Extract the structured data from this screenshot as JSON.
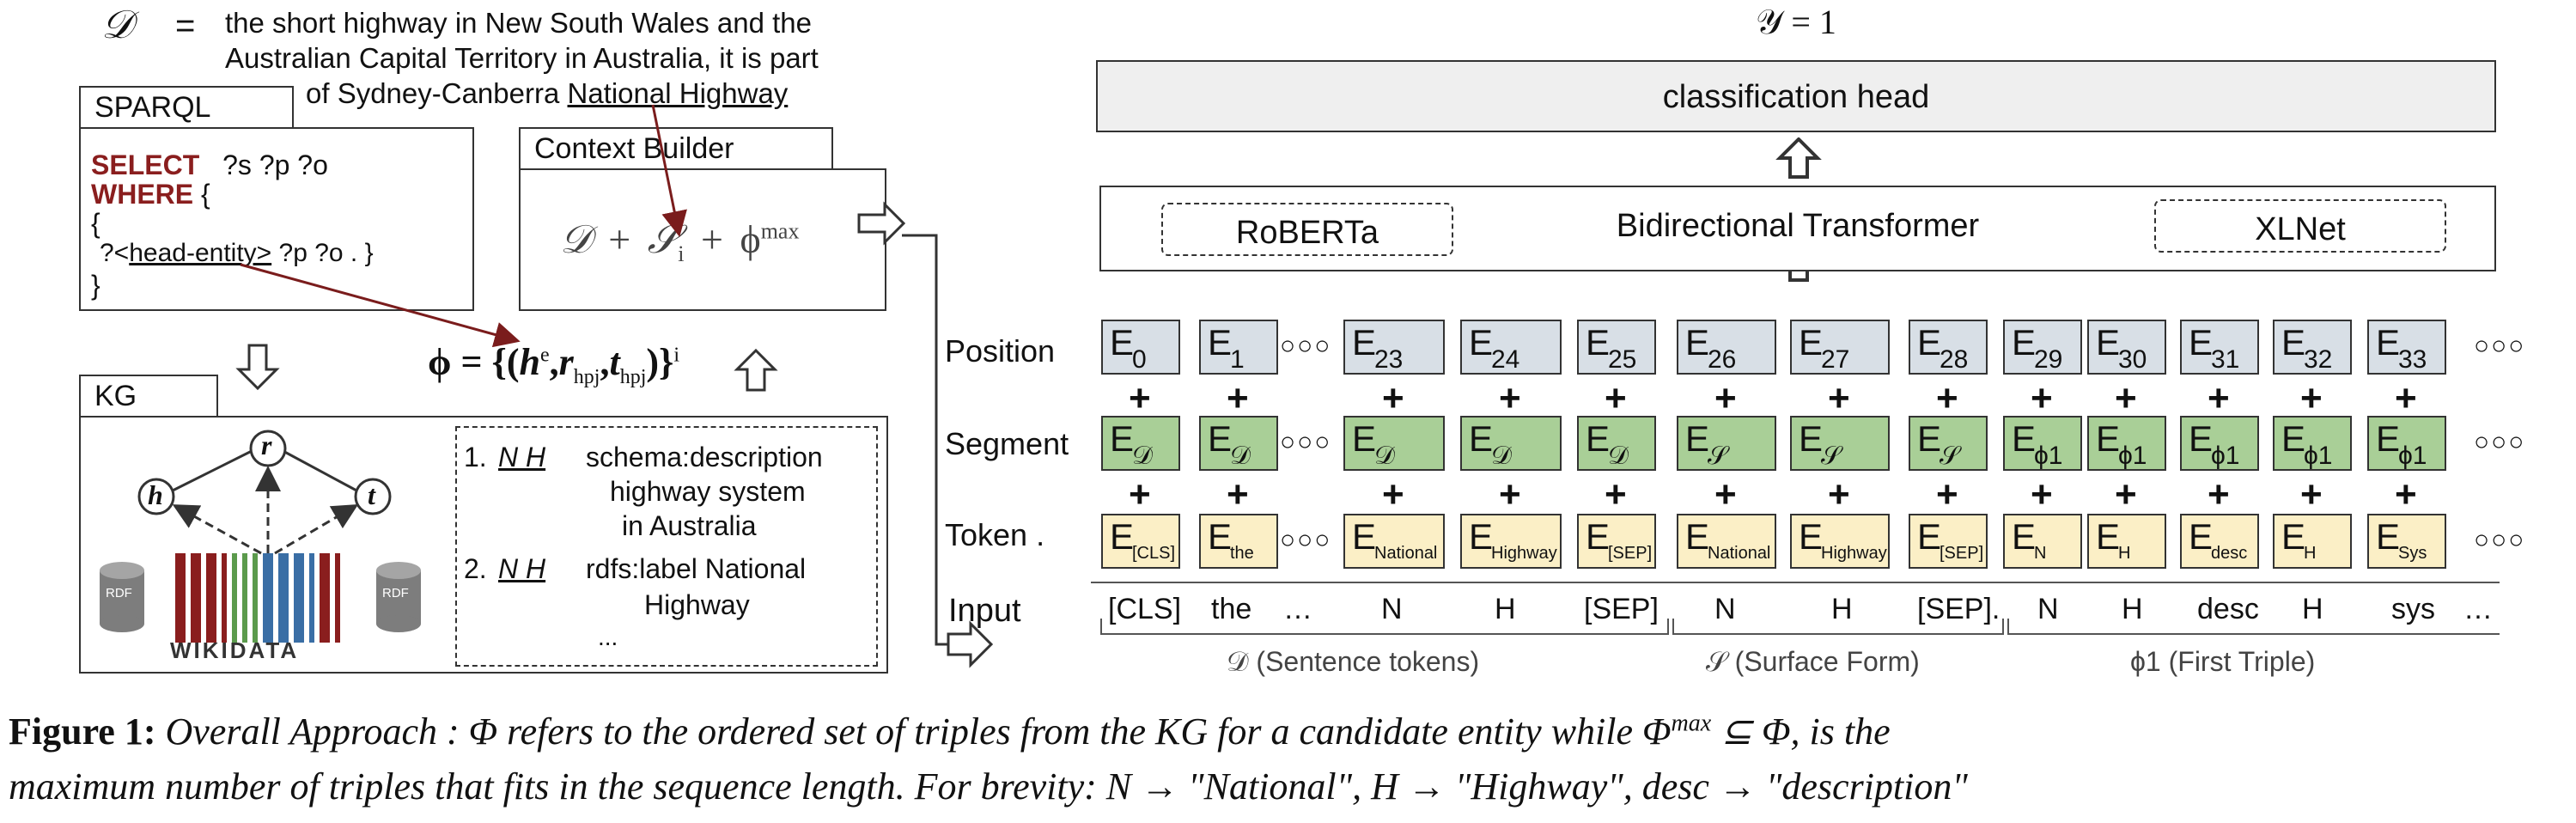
{
  "left": {
    "d_symbol": "𝒟",
    "d_equals": "=",
    "d_text_1": "the short highway in New South Wales and the",
    "d_text_2": "Australian Capital Territory in Australia, it is part",
    "d_text_3_prefix": "of  Sydney-Canberra ",
    "d_text_3_link": "National Highway",
    "sparql": {
      "tab": "SPARQL",
      "select_kw": "SELECT",
      "select_vars": "?s  ?p  ?o",
      "where_kw": "WHERE",
      "where_brace": " {",
      "open": "{",
      "triple_prefix": "?<",
      "triple_entity": "head-entity>",
      "triple_suffix": "  ?p  ?o . }",
      "close": "}"
    },
    "context": {
      "tab": "Context Builder",
      "formula_d": "𝒟",
      "plus1": "+",
      "s": "𝒮",
      "s_sub": "i",
      "plus2": "+",
      "phi": "ϕ",
      "phi_sup": "max"
    },
    "phi_eq": {
      "lhs": "ϕ = {(",
      "h": "h",
      "h_sup": "e",
      "comma1": ",",
      "r": "r",
      "r_sub": "hpj",
      "comma2": ",",
      "t": "t",
      "t_sub": "hpj",
      "close": ")}",
      "close_sup": "i"
    },
    "kg": {
      "tab": "KG",
      "node_h": "h",
      "node_r": "r",
      "node_t": "t",
      "rdf_left": "RDF",
      "rdf_right": "RDF",
      "wikidata": "WIKIDATA",
      "item1_num": "1.",
      "item1_abbr": "N H",
      "item1_line1": "schema:description",
      "item1_line2": "highway system",
      "item1_line3": "in Australia",
      "item2_num": "2.",
      "item2_abbr": "N H",
      "item2_line1": "rdfs:label National",
      "item2_line2": "Highway",
      "ellipsis": "..."
    }
  },
  "right": {
    "y_label": "𝒴 = 1",
    "head": "classification head",
    "transformer": "Bidirectional Transformer",
    "model_left": "RoBERTa",
    "model_right": "XLNet",
    "row_labels": {
      "position": "Position",
      "segment": "Segment",
      "token": "Token .",
      "input": "Input"
    },
    "dots": "○○○",
    "plus": "+",
    "pos_subs": [
      "0",
      "1",
      "23",
      "24",
      "25",
      "26",
      "27",
      "28",
      "29",
      "30",
      "31",
      "32",
      "33"
    ],
    "seg_subs": [
      "𝒟",
      "𝒟",
      "𝒟",
      "𝒟",
      "𝒟",
      "𝒮",
      "𝒮",
      "𝒮",
      "ϕ1",
      "ϕ1",
      "ϕ1",
      "ϕ1",
      "ϕ1"
    ],
    "tok_subs": [
      "[CLS]",
      "the",
      "National",
      "Highway",
      "[SEP]",
      "National",
      "Highway",
      "[SEP]",
      "N",
      "H",
      "desc",
      "H",
      "Sys"
    ],
    "inputs": [
      "[CLS]",
      "the",
      "…",
      "N",
      "H",
      "[SEP]",
      "N",
      "H",
      "[SEP].",
      "N",
      "H",
      "desc",
      "H",
      "sys",
      "…"
    ],
    "groups": [
      "𝒟  (Sentence tokens)",
      "𝒮 (Surface Form)",
      "ϕ1  (First Triple)"
    ],
    "e": "E"
  },
  "caption": {
    "line1_bold": "Figure 1: ",
    "line1_rest": "Overall Approach : Φ refers to the ordered set of triples from the KG for a candidate entity while Φ",
    "line1_sup": "max",
    "line1_end": " ⊆ Φ, is the",
    "line2": "maximum number of triples that fits in the sequence length. For brevity: N → \"National\", H → \"Highway\", desc → \"description\""
  },
  "colors": {
    "maroon": "#8a1e1e",
    "position": "#d8dfe6",
    "segment": "#a9cf97",
    "token": "#fbefc6",
    "head": "#efefef"
  }
}
